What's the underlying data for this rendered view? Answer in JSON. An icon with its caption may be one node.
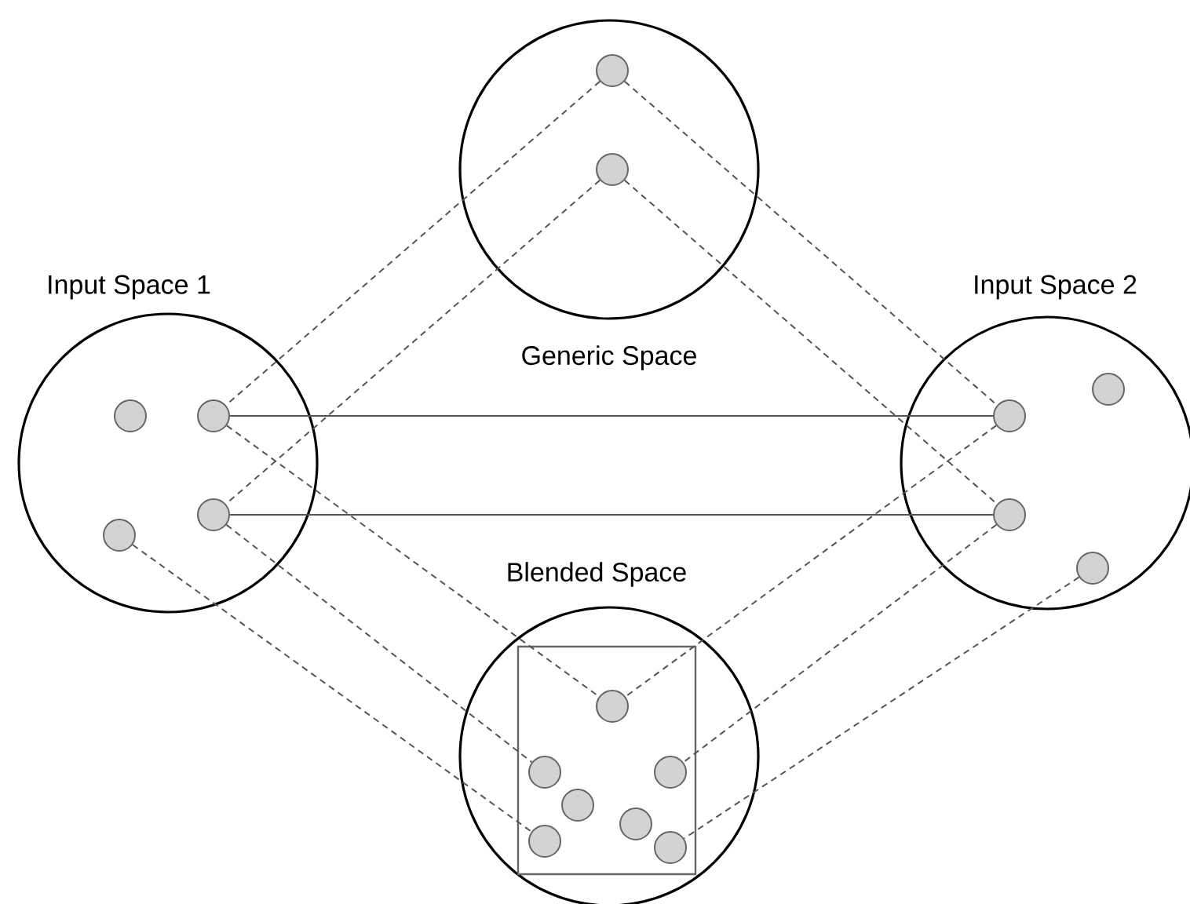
{
  "diagram": {
    "nodes": [
      {
        "text": [
          "Generic Space"
        ]
      },
      {
        "text": [],
        "shape": "circle",
        "in": 0
      },
      {
        "text": [],
        "shape": "circle",
        "in": 0
      },
      {
        "text": [
          "Input Space 1"
        ]
      },
      {
        "text": [],
        "shape": "circle",
        "in": 3
      },
      {
        "text": [],
        "shape": "circle",
        "in": 3
      },
      {
        "text": [],
        "shape": "circle",
        "in": 3
      },
      {
        "text": [],
        "shape": "circle",
        "in": 3
      },
      {
        "text": [
          "Input Space 2"
        ]
      },
      {
        "text": [],
        "shape": "circle",
        "in": 8
      },
      {
        "text": [],
        "shape": "circle",
        "in": 8
      },
      {
        "text": [],
        "shape": "circle",
        "in": 8
      },
      {
        "text": [],
        "shape": "circle",
        "in": 8
      },
      {
        "text": [
          "Blended Space"
        ]
      },
      {
        "text": [],
        "shape": "box",
        "in": 13
      },
      {
        "text": [],
        "shape": "circle",
        "in": 14
      },
      {
        "text": [],
        "shape": "circle",
        "in": 14
      },
      {
        "text": [],
        "shape": "circle",
        "in": 14
      },
      {
        "text": [],
        "shape": "circle",
        "in": 14
      },
      {
        "text": [],
        "shape": "circle",
        "in": 14
      },
      {
        "text": [],
        "shape": "circle",
        "in": 14
      },
      {
        "text": [],
        "shape": "circle",
        "in": 14
      }
    ],
    "edges": [
      {
        "from": 5,
        "to": 10,
        "arrow": "none"
      },
      {
        "from": 6,
        "to": 11,
        "arrow": "none"
      },
      {
        "from": 1,
        "to": 5,
        "arrow": "none",
        "style": "dashed"
      },
      {
        "from": 2,
        "to": 6,
        "arrow": "none",
        "style": "dashed"
      },
      {
        "from": 1,
        "to": 10,
        "arrow": "none",
        "style": "dashed"
      },
      {
        "from": 2,
        "to": 11,
        "arrow": "none",
        "style": "dashed"
      },
      {
        "from": 5,
        "to": 15,
        "arrow": "none",
        "style": "dashed"
      },
      {
        "from": 6,
        "to": 16,
        "arrow": "none",
        "style": "dashed"
      },
      {
        "from": 7,
        "to": 20,
        "arrow": "none",
        "style": "dashed"
      },
      {
        "from": 10,
        "to": 15,
        "arrow": "none",
        "style": "dashed"
      },
      {
        "from": 11,
        "to": 17,
        "arrow": "none",
        "style": "dashed"
      },
      {
        "from": 12,
        "to": 21,
        "arrow": "none",
        "style": "dashed"
      }
    ]
  }
}
